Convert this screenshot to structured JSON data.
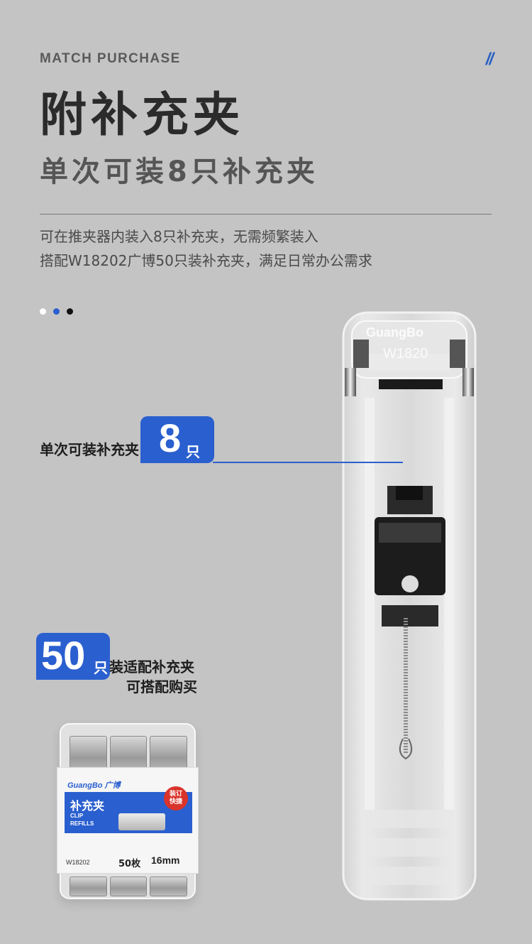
{
  "header": {
    "eyebrow": "MATCH PURCHASE",
    "slash": "//",
    "title": "附补充夹",
    "subtitle": "单次可装8只补充夹"
  },
  "description": {
    "line1": "可在推夹器内装入8只补充夹，无需频繁装入",
    "line2": "搭配W18202广博50只装补充夹，满足日常办公需求"
  },
  "pagination": {
    "dots": [
      {
        "color": "#ffffff"
      },
      {
        "color": "#2a5fcf"
      },
      {
        "color": "#111111"
      }
    ]
  },
  "callout_capacity": {
    "label": "单次可装补充夹",
    "number": "8",
    "unit": "只"
  },
  "callout_refill": {
    "number": "50",
    "unit": "只",
    "line1": "装适配补充夹",
    "line2": "可搭配购买"
  },
  "refill_package": {
    "brand": "GuangBo 广博",
    "name_cn": "补充夹",
    "name_en_1": "CLIP",
    "name_en_2": "REFILLS",
    "badge_1": "装订",
    "badge_2": "快捷",
    "model": "W18202",
    "count": "50枚",
    "size": "16mm"
  },
  "stapler_product": {
    "brand": "GuangBo",
    "model": "W1820"
  },
  "colors": {
    "background": "#c4c4c4",
    "accent": "#2a5fcf"
  }
}
